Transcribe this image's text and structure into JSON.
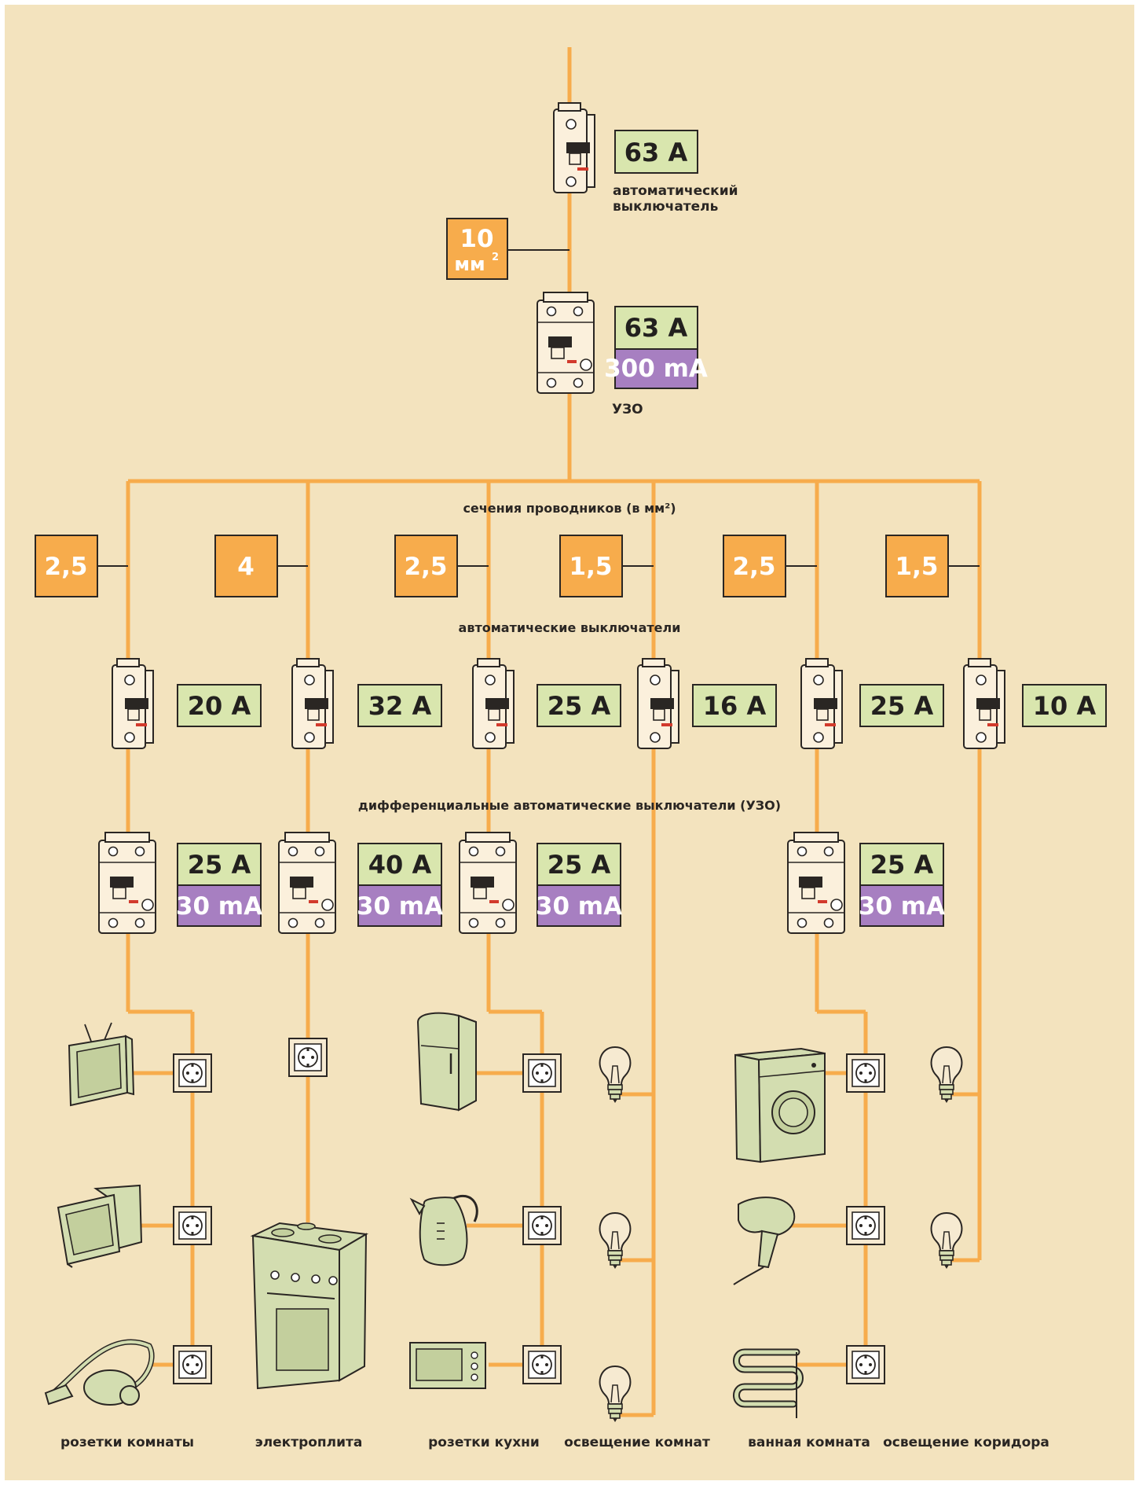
{
  "colors": {
    "background": "#f3e3be",
    "wire": "#f7ac4c",
    "rating_box": "#d9e6ae",
    "leakage_box": "#a77fc1",
    "section_box": "#f7ac4c",
    "appliance": "#d3ddb0"
  },
  "main": {
    "breaker_rating": "63 A",
    "breaker_label_line1": "автоматический",
    "breaker_label_line2": "выключатель",
    "cable_section_value": "10",
    "cable_section_unit": "мм",
    "cable_section_sup": "2",
    "rcd_rating": "63 A",
    "rcd_leakage": "300 mA",
    "rcd_label": "УЗО"
  },
  "headings": {
    "conductor_sections": "сечения проводников (в мм²)",
    "circuit_breakers": "автоматические выключатели",
    "rcbos": "дифференциальные автоматические выключатели (УЗО)"
  },
  "circuits": [
    {
      "section": "2,5",
      "breaker": "20 A",
      "rcd_rating": "25 A",
      "rcd_leakage": "30 mA",
      "label": "розетки комнаты",
      "appliances": [
        "tv-icon",
        "monitor-icon",
        "vacuum-cleaner-icon"
      ]
    },
    {
      "section": "4",
      "breaker": "32 A",
      "rcd_rating": "40 A",
      "rcd_leakage": "30 mA",
      "label": "электроплита",
      "appliances": [
        "electric-stove-icon"
      ]
    },
    {
      "section": "2,5",
      "breaker": "25 A",
      "rcd_rating": "25 A",
      "rcd_leakage": "30 mA",
      "label": "розетки кухни",
      "appliances": [
        "refrigerator-icon",
        "kettle-icon",
        "microwave-icon"
      ]
    },
    {
      "section": "1,5",
      "breaker": "16 A",
      "label": "освещение комнат",
      "appliances": [
        "light-bulb-icon",
        "light-bulb-icon",
        "light-bulb-icon"
      ]
    },
    {
      "section": "2,5",
      "breaker": "25 A",
      "rcd_rating": "25 A",
      "rcd_leakage": "30 mA",
      "label": "ванная комната",
      "appliances": [
        "washing-machine-icon",
        "hair-dryer-icon",
        "towel-warmer-icon"
      ]
    },
    {
      "section": "1,5",
      "breaker": "10 A",
      "label": "освещение коридора",
      "appliances": [
        "light-bulb-icon",
        "light-bulb-icon"
      ]
    }
  ]
}
